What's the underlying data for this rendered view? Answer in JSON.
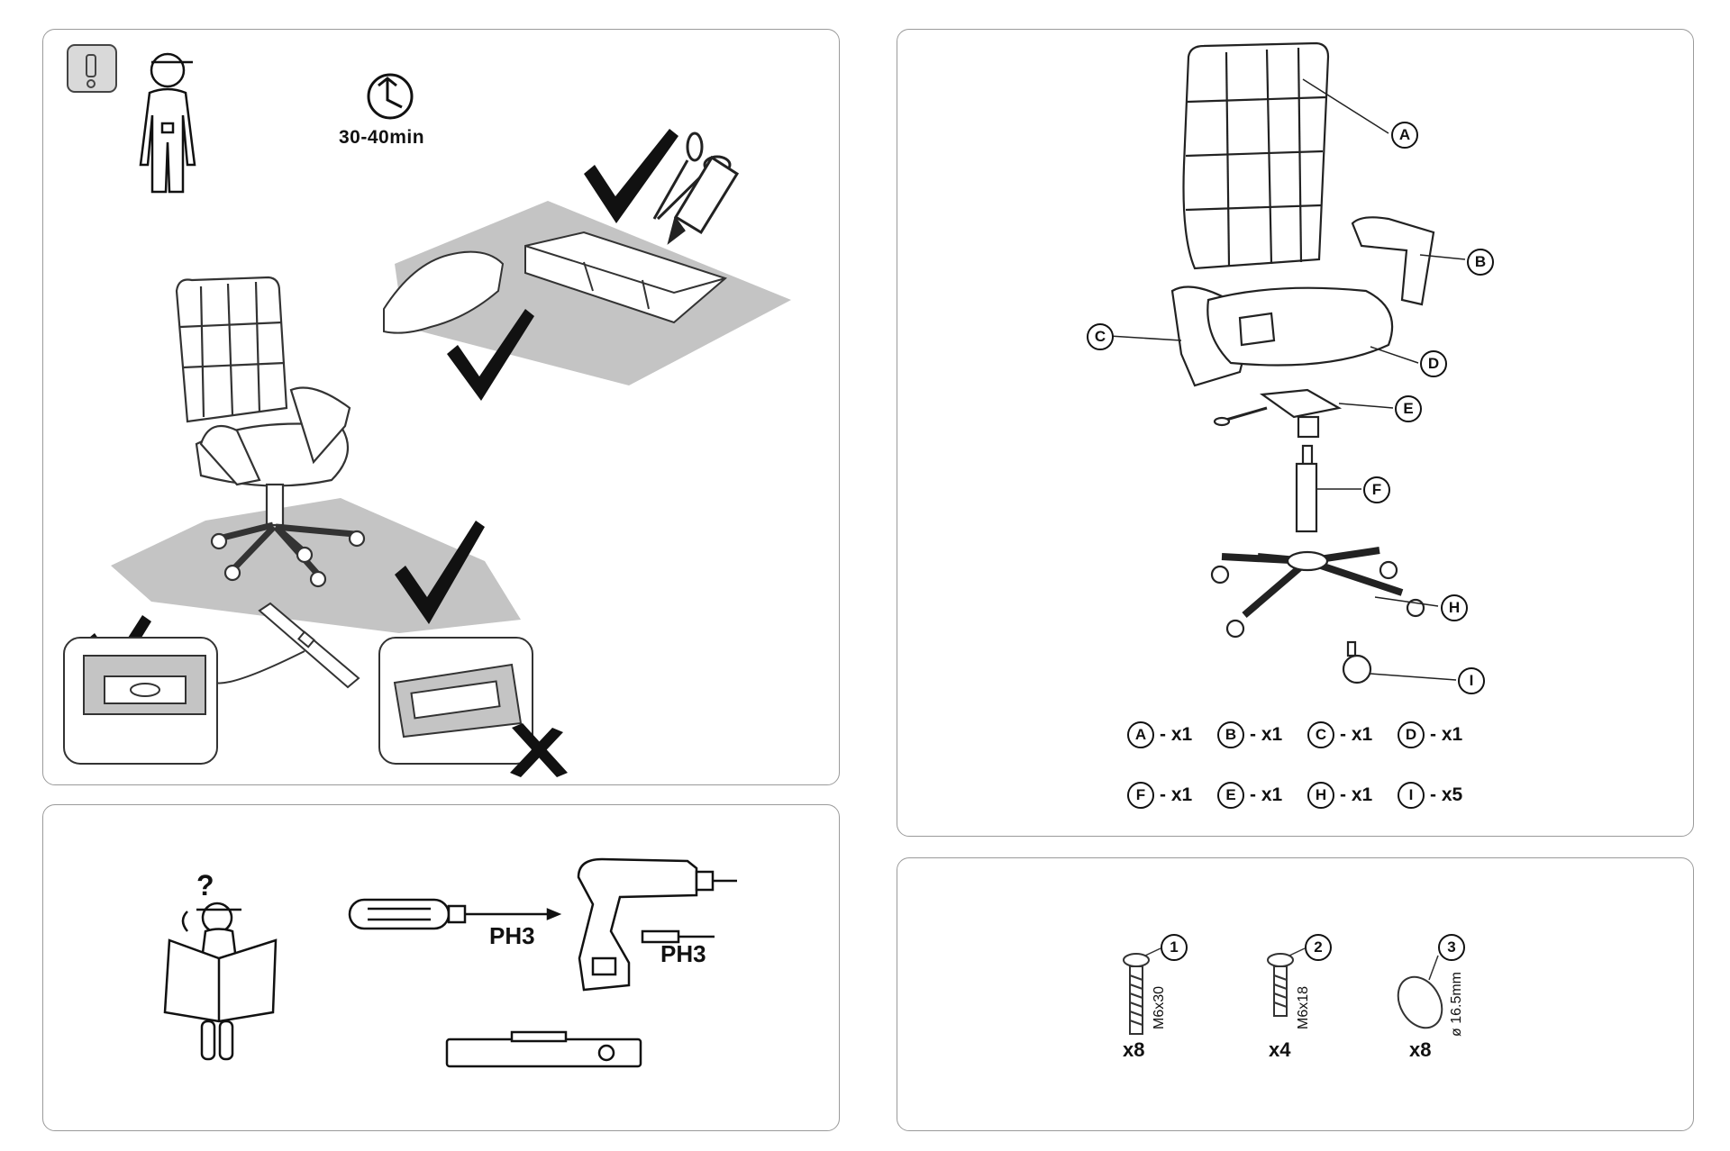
{
  "intro": {
    "time": "30-40min"
  },
  "tools": {
    "screwdriver_label": "PH3",
    "drill_label": "PH3"
  },
  "parts": {
    "labels": [
      "A",
      "B",
      "C",
      "D",
      "E",
      "F",
      "H",
      "I"
    ],
    "quantities": [
      {
        "letter": "A",
        "qty": "- x1"
      },
      {
        "letter": "B",
        "qty": "- x1"
      },
      {
        "letter": "C",
        "qty": "- x1"
      },
      {
        "letter": "D",
        "qty": "- x1"
      },
      {
        "letter": "F",
        "qty": "- x1"
      },
      {
        "letter": "E",
        "qty": "- x1"
      },
      {
        "letter": "H",
        "qty": "- x1"
      },
      {
        "letter": "I",
        "qty": "- x5"
      }
    ]
  },
  "hardware": [
    {
      "num": "1",
      "spec": "M6x30",
      "count": "x8"
    },
    {
      "num": "2",
      "spec": "M6x18",
      "count": "x4"
    },
    {
      "num": "3",
      "spec": "ø 16.5mm",
      "count": "x8"
    }
  ]
}
